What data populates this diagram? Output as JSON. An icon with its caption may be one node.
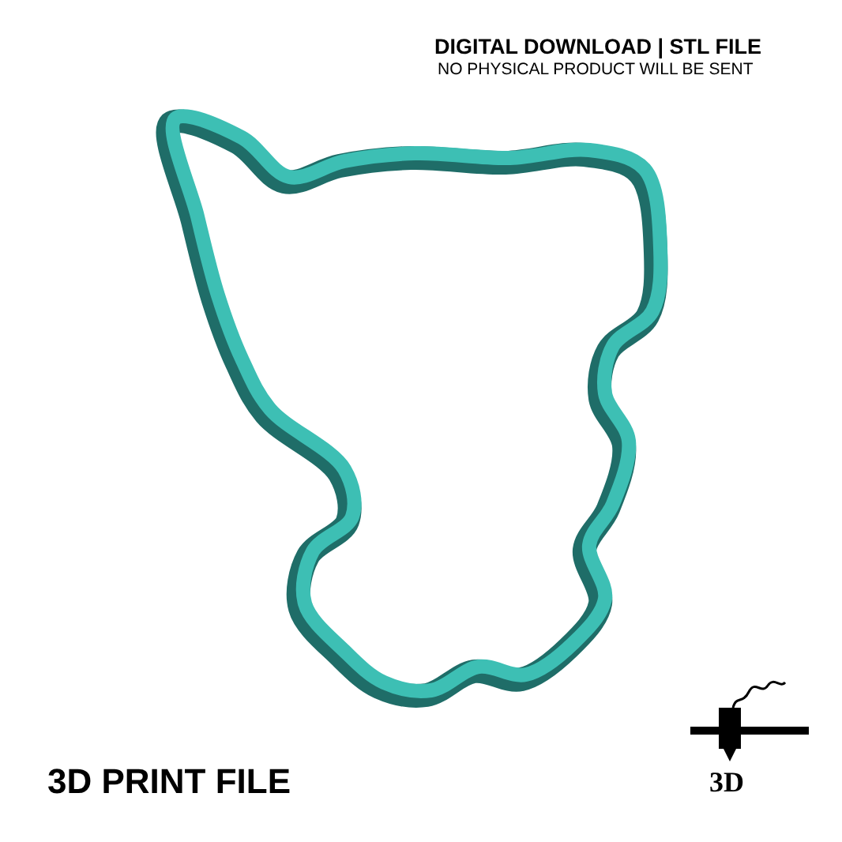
{
  "diagram": {
    "labels": [
      "DIGITAL DOWNLOAD | STL FILE",
      "NO PHYSICAL PRODUCT WILL BE SENT",
      "3D PRINT FILE",
      "3D"
    ]
  }
}
